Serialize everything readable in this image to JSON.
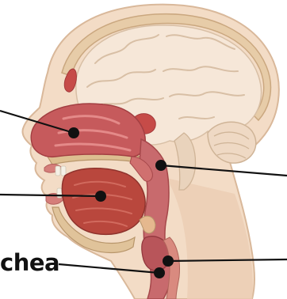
{
  "diagram": {
    "labels": [
      {
        "id": "nasal-cavity",
        "text": ""
      },
      {
        "id": "oral-cavity",
        "text": ""
      },
      {
        "id": "pharynx",
        "text": ""
      },
      {
        "id": "larynx",
        "text": ""
      },
      {
        "id": "trachea",
        "text": "chea"
      }
    ],
    "colors": {
      "skin": "#f3dcc6",
      "skin_shadow": "#e2c2a6",
      "brain": "#f6e7d8",
      "brain_fold": "#d8bfa5",
      "bone": "#d8b88c",
      "cavity_red": "#c9585a",
      "tongue": "#b9473d",
      "airway": "#c86a6d",
      "marker": "#111111"
    }
  }
}
